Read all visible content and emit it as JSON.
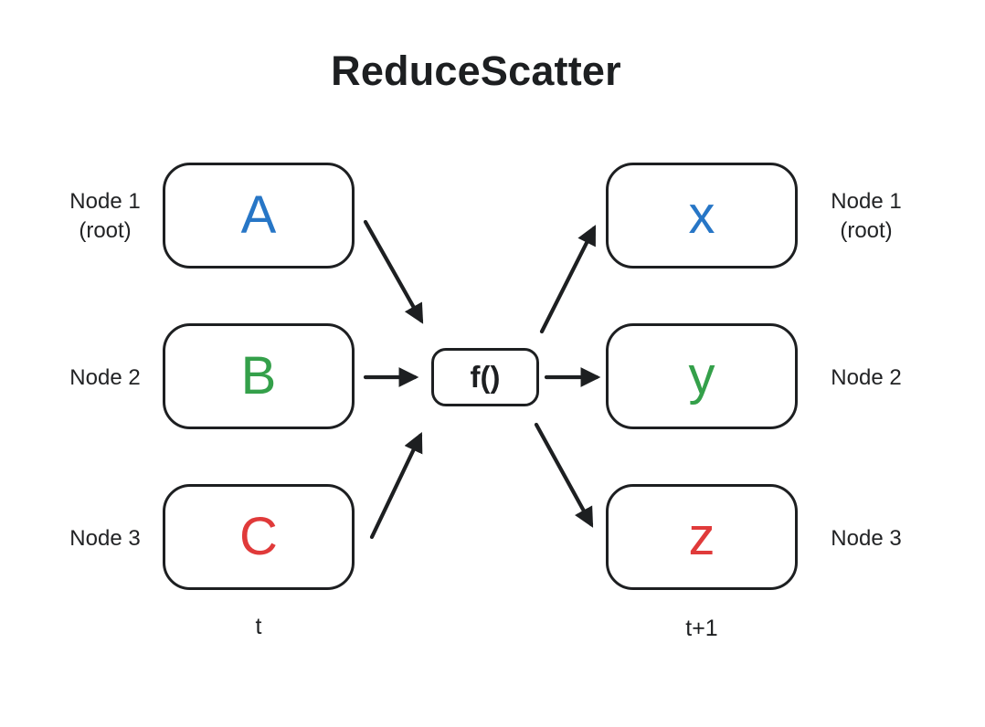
{
  "title": "ReduceScatter",
  "colors": {
    "stroke": "#1d1f21",
    "blue": "#2776c6",
    "green": "#34a04a",
    "red": "#e03a3a"
  },
  "operator": {
    "label": "f()"
  },
  "left_column": {
    "time_label": "t",
    "nodes": [
      {
        "label": "Node 1",
        "sublabel": "(root)",
        "value": "A",
        "color": "#2776c6"
      },
      {
        "label": "Node 2",
        "value": "B",
        "color": "#34a04a"
      },
      {
        "label": "Node 3",
        "value": "C",
        "color": "#e03a3a"
      }
    ]
  },
  "right_column": {
    "time_label": "t+1",
    "nodes": [
      {
        "label": "Node 1",
        "sublabel": "(root)",
        "value": "x",
        "color": "#2776c6"
      },
      {
        "label": "Node 2",
        "value": "y",
        "color": "#34a04a"
      },
      {
        "label": "Node 3",
        "value": "z",
        "color": "#e03a3a"
      }
    ]
  }
}
